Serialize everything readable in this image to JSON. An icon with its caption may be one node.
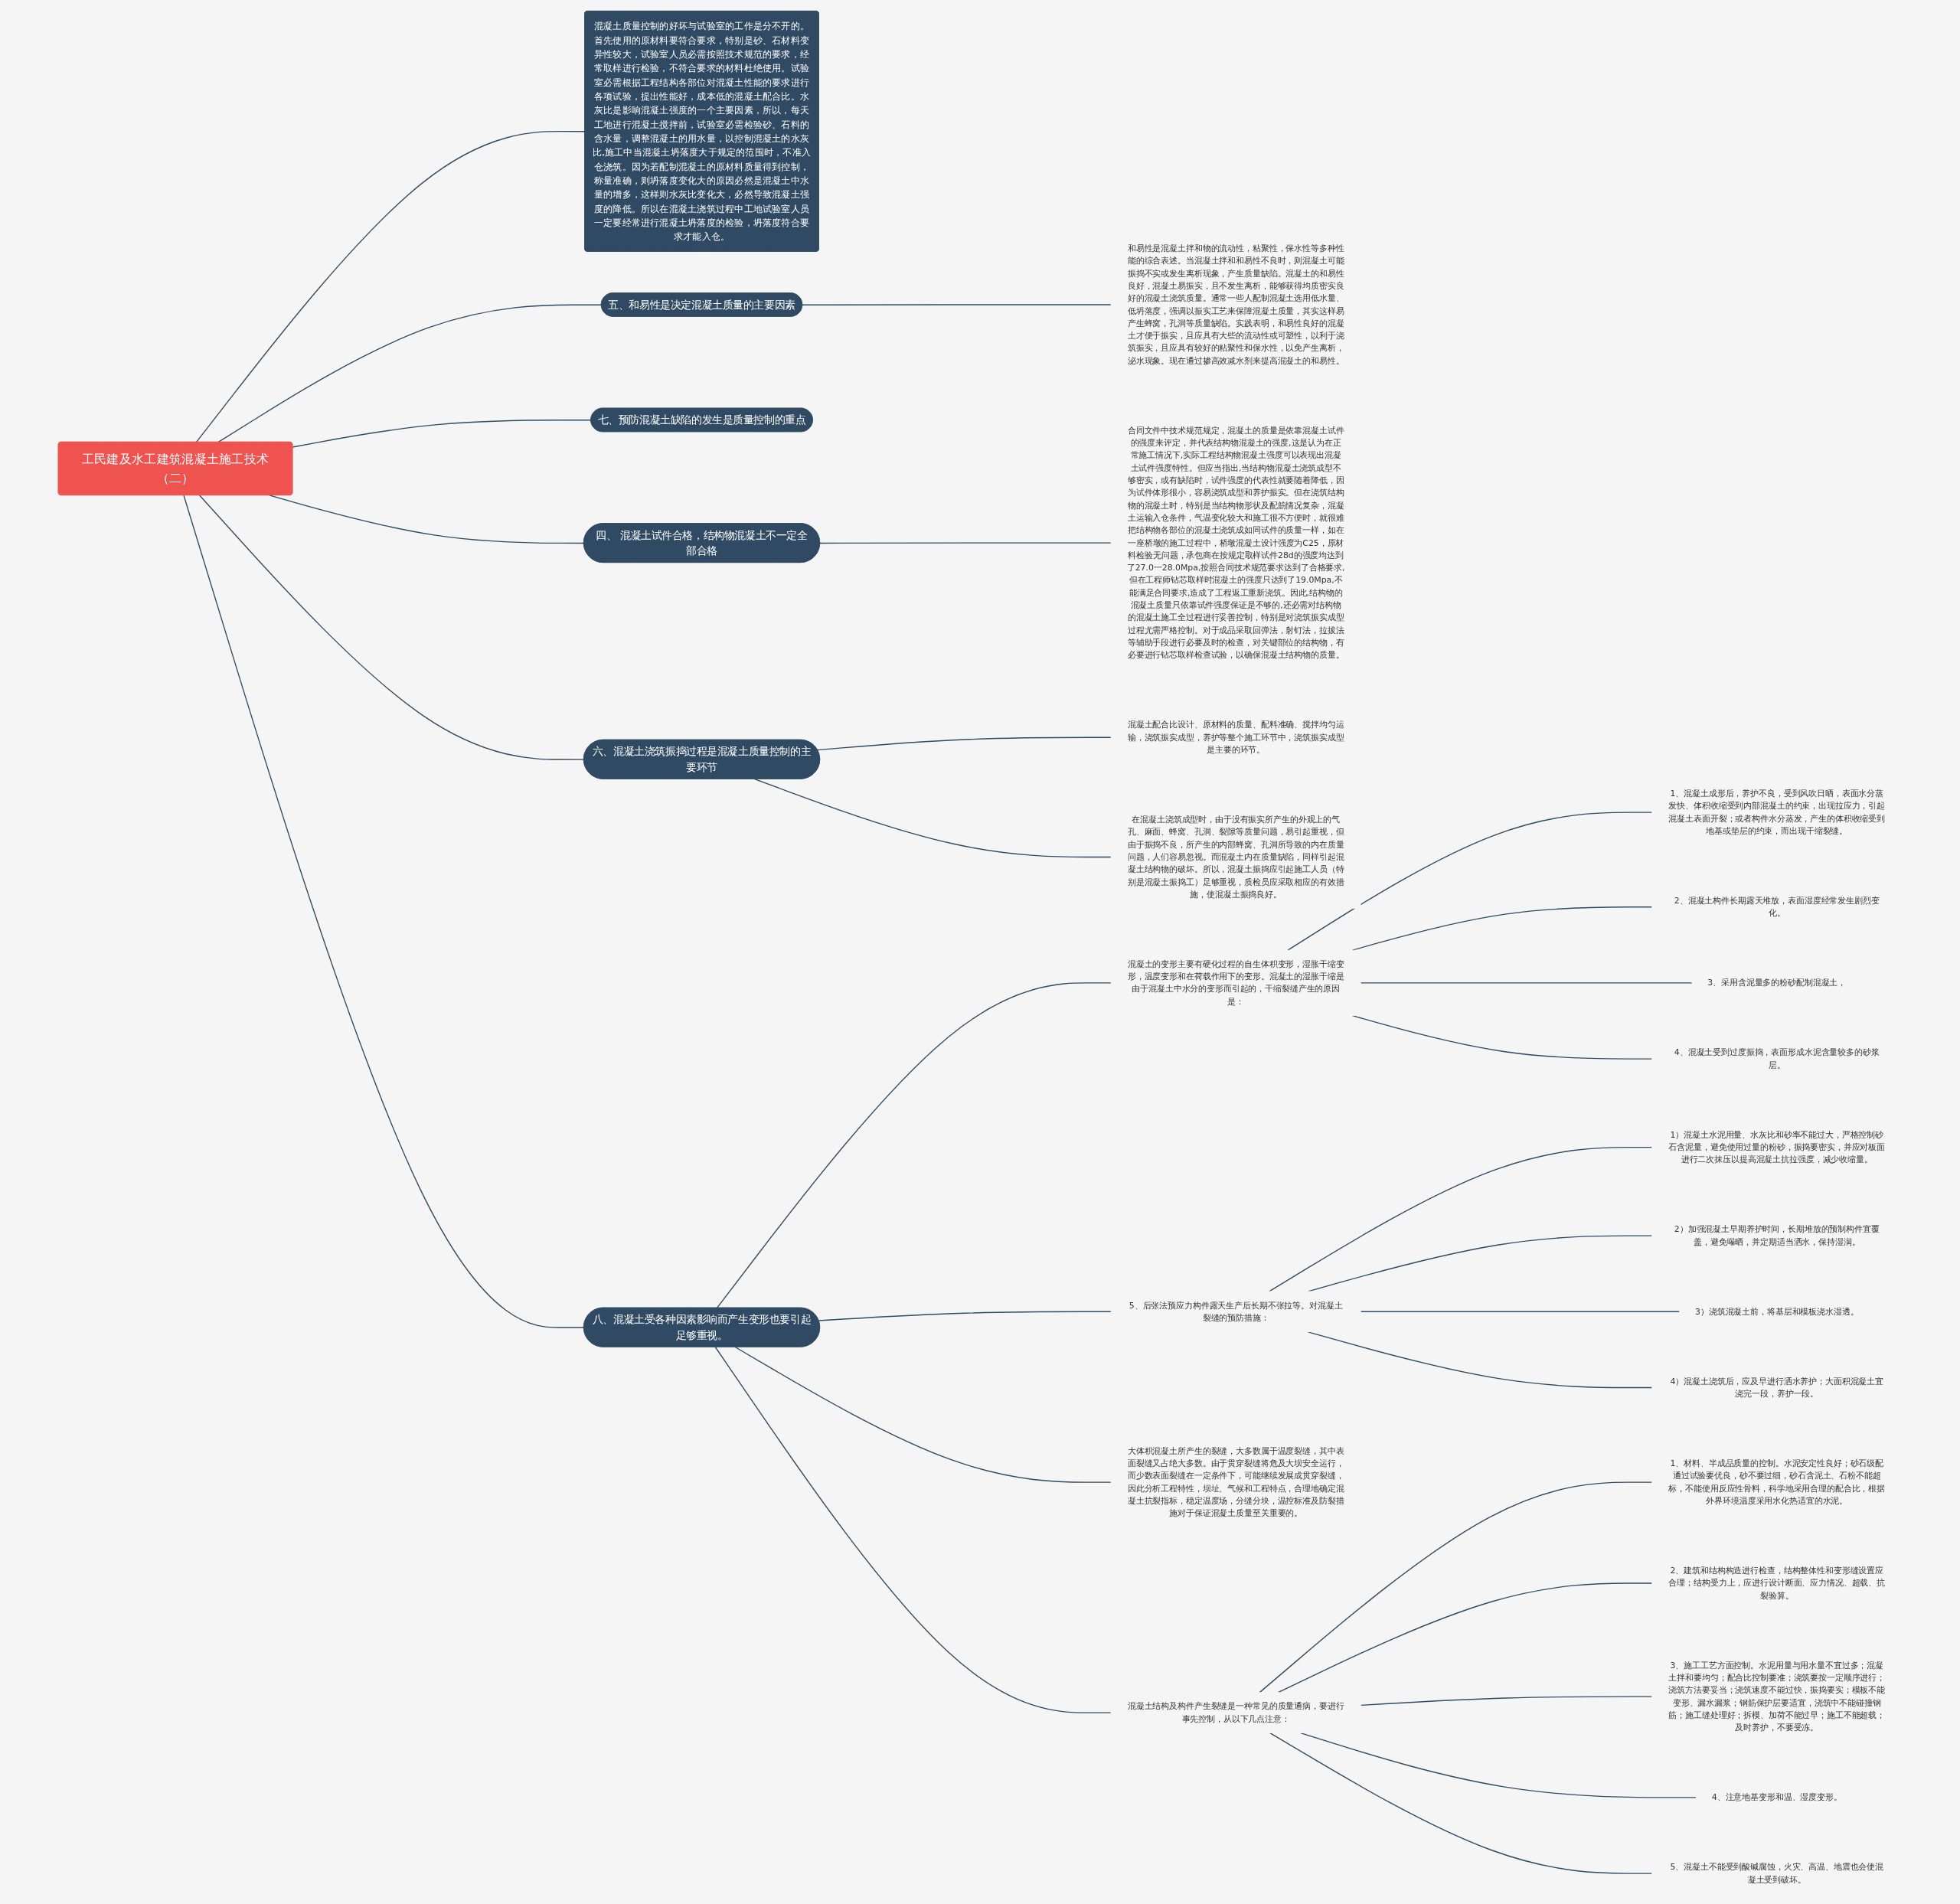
{
  "diagram": {
    "nodes": [
      {
        "text": [
          "工民建及水工建筑混凝土施工技术（二）"
        ]
      },
      {
        "text": [
          "四、 混凝土试件合格，结构物混凝土不一定全部合格"
        ]
      },
      {
        "text": [
          "合同文件中技术规范规定，混凝土的质量是依靠混凝土试件的强度来评定，并代表结构物混凝土的强度,这是认为在正常施工情况下,实际工程结构物混凝土强度可以表现出混凝土试件强度特性。但应当指出,当结构物混凝土浇筑成型不够密实，或有缺陷时，试件强度的代表性就要随着降低，因为试件体形很小，容易浇筑成型和养护振实。但在浇筑结构物的混凝土时，特别是当结构物形状及配筋情况复杂，混凝土运输入仓条件，气温变化较大和施工很不方便时，就很难把结构物各部位的混凝土浇筑成如同试件的质量一样，如在一座桥墩的施工过程中，桥墩混凝土设计强度为C25，原材料检验无问题，承包商在按规定取样试件28d的强度均达到了27.0一28.0Mpa,按照合同技术规范要求达到了合格要求,但在工程师钻芯取样时混凝土的强度只达到了19.0Mpa,不能满足合同要求,造成了工程返工重新浇筑。因此,结构物的混凝土质量只依靠试件强度保证是不够的,还必需对结构物的混凝土施工全过程进行妥善控制，特别是对浇筑振实成型过程尤需严格控制。对于成品采取回弹法，射钉法，拉拔法等辅助手段进行必要及时的检查，对关键部位的结构物，有必要进行钻芯取样检查试验，以确保混凝土结构物的质量。"
        ]
      },
      {
        "text": [
          "六、混凝土浇筑振捣过程是混凝土质量控制的主要环节"
        ]
      },
      {
        "text": [
          "混凝土配合比设计、原材料的质量、配料准确、搅拌均匀运输，浇筑振实成型，养护等整个施工环节中，浇筑振实成型是主要的环节。"
        ]
      },
      {
        "text": [
          "在混凝土浇筑成型时，由于没有振实所产生的外观上的气孔、麻面、蜂窝、孔洞、裂隙等质量问题，易引起重视，但由于振捣不良，所产生的内部蜂窝、孔洞所导致的内在质量问题，人们容易忽视。而混凝土内在质量缺陷，同样引起混凝土结构物的破坏。所以，混凝土振捣应引起施工人员（特别是混凝土振捣工）足够重视，质检员应采取相应的有效措施，使混凝土振捣良好。"
        ]
      },
      {
        "text": [
          "八、混凝土受各种因素影响而产生变形也要引起足够重视。"
        ]
      },
      {
        "text": [
          "混凝土的变形主要有硬化过程的自生体积变形，湿胀干缩变形，温度变形和在荷载作用下的变形。混凝土的湿胀干缩是由于混凝土中水分的变形而引起的，干缩裂缝产生的原因是："
        ]
      },
      {
        "text": [
          "1、混凝土成形后，养护不良，受到风吹日晒，表面水分蒸发快、体积收缩受到内部混凝土的约束，出现拉应力，引起混凝土表面开裂；或者构件水分蒸发，产生的体积收缩受到地基或垫层的约束，而出现干缩裂缝。"
        ]
      },
      {
        "text": [
          "2、混凝土构件长期露天堆放，表面湿度经常发生剧烈变化。"
        ]
      },
      {
        "text": [
          "3、采用含泥量多的粉砂配制混凝土，"
        ]
      },
      {
        "text": [
          "4、混凝土受到过度振捣，表面形成水泥含量较多的砂浆层。"
        ]
      },
      {
        "text": [
          "5、后张法预应力构件露天生产后长期不张拉等。对混凝土裂缝的预防措施："
        ]
      },
      {
        "text": [
          "1）混凝土水泥用量、水灰比和砂率不能过大，严格控制砂石含泥量，避免使用过量的粉砂，振捣要密实，并应对板面进行二次抹压以提高混凝土抗拉强度，减少收缩量。"
        ]
      },
      {
        "text": [
          "2）加强混凝土早期养护时间，长期堆放的预制构件宜覆盖，避免曝晒，并定期适当洒水，保持湿润。"
        ]
      },
      {
        "text": [
          "3）浇筑混凝土前，将基层和模板浇水湿透。"
        ]
      },
      {
        "text": [
          "4）混凝土浇筑后，应及早进行洒水养护；大面积混凝土宜浇完一段，养护一段。"
        ]
      },
      {
        "text": [
          "大体积混凝土所产生的裂缝，大多数属于温度裂缝，其中表面裂缝又占绝大多数。由于贯穿裂缝将危及大坝安全运行，而少数表面裂缝在一定条件下，可能继续发展成贯穿裂缝，因此分析工程特性，坝址、气候和工程特点，合理地确定混凝土抗裂指标，稳定温度场，分缝分块，温控标准及防裂措施对于保证混凝土质量至关重要的。"
        ]
      },
      {
        "text": [
          "混凝土结构及构件产生裂缝是一种常见的质量通病，要进行事先控制，从以下几点注意："
        ]
      },
      {
        "text": [
          "1、材料、半成品质量的控制。水泥安定性良好；砂石级配通过试验要优良，砂不要过细，砂石含泥土、石粉不能超标，不能使用反应性骨料，科学地采用合理的配合比，根据外界环境温度采用水化热适宜的水泥。"
        ]
      },
      {
        "text": [
          "2、建筑和结构构造进行检查，结构整体性和变形缝设置应合理；结构受力上，应进行设计断面、应力情况、超载、抗裂验算。"
        ]
      },
      {
        "text": [
          "3、施工工艺方面控制。水泥用量与用水量不宜过多；混凝土拌和要均匀；配合比控制要准；浇筑要按一定顺序进行；浇筑方法要妥当；浇筑速度不能过快，振捣要实；模板不能变形、漏水漏浆；钢筋保护层要适宜，浇筑中不能碰撞钢筋；施工缝处理好；拆模、加荷不能过早；施工不能超载；及时养护，不要受冻。"
        ]
      },
      {
        "text": [
          "4、注意地基变形和温、湿度变形。"
        ]
      },
      {
        "text": [
          "5、混凝土不能受到酸碱腐蚀，火灾、高温、地震也会使混凝土受到破坏。"
        ]
      },
      {
        "text": [
          "混凝土质量控制的好坏与试验室的工作是分不开的。首先使用的原材料要符合要求，特别是砂、石材料变异性较大，试验室人员必需按照技术规范的要求，经常取样进行检验，不符合要求的材料杜绝使用。试验室必需根据工程结构各部位对混凝土性能的要求进行各项试验，提出性能好，成本低的混凝土配合比。水灰比是影响混凝土强度的一个主要因素，所以，每天工地进行混凝土搅拌前，试验室必需检验砂、石料的含水量，调整混凝土的用水量，以控制混凝土的水灰比,施工中当混凝土坍落度大于规定的范围时，不准入仓浇筑。因为若配制混凝土的原材料质量得到控制，称量准确，则坍落度变化大的原因必然是混凝土中水量的增多，这样则水灰比变化大，必然导致混凝土强度的降低。所以在混凝土浇筑过程中工地试验室人员一定要经常进行混凝土坍落度的检验，坍落度符合要求才能入仓。"
        ]
      },
      {
        "text": [
          "五、和易性是决定混凝土质量的主要因素"
        ]
      },
      {
        "text": [
          "和易性是混凝土拌和物的流动性，粘聚性，保水性等多种性能的综合表述。当混凝土拌和和易性不良时，则混凝土可能振捣不实或发生离析现象，产生质量缺陷。混凝土的和易性良好，混凝土易振实，且不发生离析，能够获得均质密实良好的混凝土浇筑质量。通常一些人配制混凝土选用低水量、低坍落度，强调以振实工艺来保障混凝土质量，其实这样易产生蜂窝，孔洞等质量缺陷。实践表明，和易性良好的混凝土才便于振实，且应具有大些的流动性或可塑性，以利于浇筑振实，且应具有较好的粘聚性和保水性，以免产生离析，泌水现象。现在通过掺高效减水剂来提高混凝土的和易性。"
        ]
      },
      {
        "text": [
          "七、预防混凝土缺陷的发生是质量控制的重点"
        ]
      }
    ],
    "edges": [
      {
        "from": 0,
        "to": 1,
        "arrow": "none"
      },
      {
        "from": 1,
        "to": 2,
        "arrow": "none"
      },
      {
        "from": 0,
        "to": 3,
        "arrow": "none"
      },
      {
        "from": 3,
        "to": 4,
        "arrow": "none"
      },
      {
        "from": 3,
        "to": 5,
        "arrow": "none"
      },
      {
        "from": 0,
        "to": 6,
        "arrow": "none"
      },
      {
        "from": 6,
        "to": 7,
        "arrow": "none"
      },
      {
        "from": 7,
        "to": 8,
        "arrow": "none"
      },
      {
        "from": 7,
        "to": 9,
        "arrow": "none"
      },
      {
        "from": 7,
        "to": 10,
        "arrow": "none"
      },
      {
        "from": 7,
        "to": 11,
        "arrow": "none"
      },
      {
        "from": 6,
        "to": 12,
        "arrow": "none"
      },
      {
        "from": 12,
        "to": 13,
        "arrow": "none"
      },
      {
        "from": 12,
        "to": 14,
        "arrow": "none"
      },
      {
        "from": 12,
        "to": 15,
        "arrow": "none"
      },
      {
        "from": 12,
        "to": 16,
        "arrow": "none"
      },
      {
        "from": 6,
        "to": 17,
        "arrow": "none"
      },
      {
        "from": 6,
        "to": 18,
        "arrow": "none"
      },
      {
        "from": 18,
        "to": 19,
        "arrow": "none"
      },
      {
        "from": 18,
        "to": 20,
        "arrow": "none"
      },
      {
        "from": 18,
        "to": 21,
        "arrow": "none"
      },
      {
        "from": 18,
        "to": 22,
        "arrow": "none"
      },
      {
        "from": 18,
        "to": 23,
        "arrow": "none"
      },
      {
        "from": 0,
        "to": 24,
        "arrow": "none"
      },
      {
        "from": 0,
        "to": 25,
        "arrow": "none"
      },
      {
        "from": 25,
        "to": 26,
        "arrow": "none"
      },
      {
        "from": 0,
        "to": 27,
        "arrow": "none"
      }
    ]
  }
}
